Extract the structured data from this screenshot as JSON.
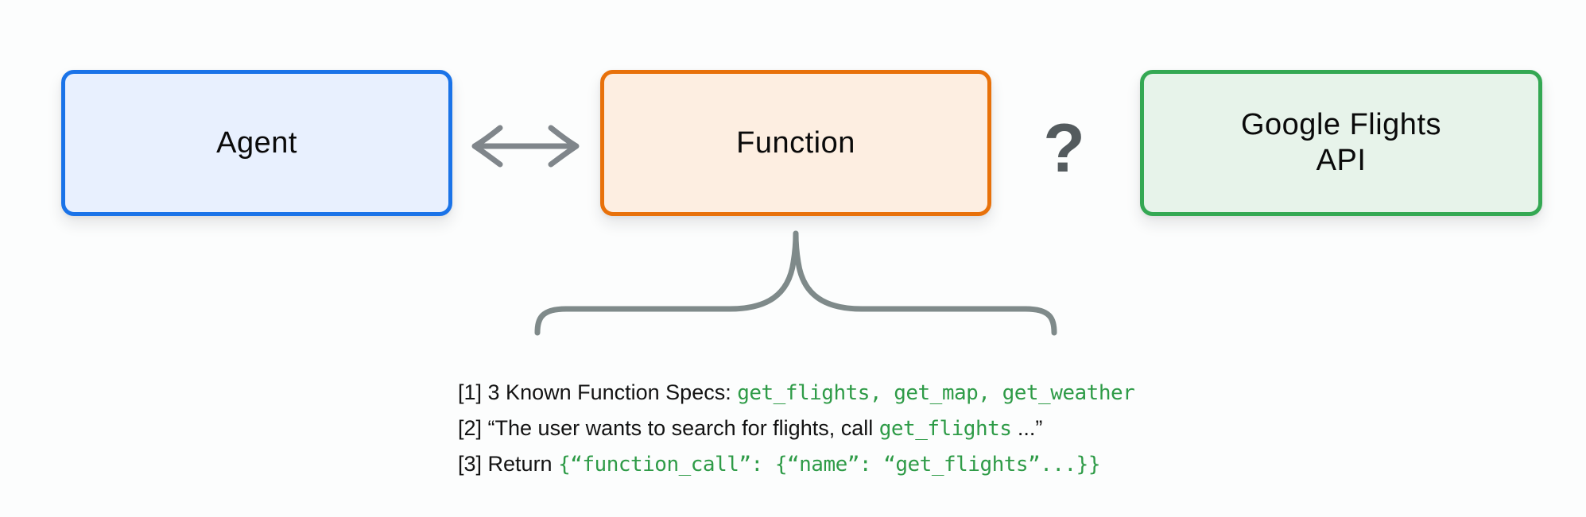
{
  "diagram": {
    "nodes": {
      "agent": {
        "label": "Agent",
        "border_color": "#1a73e8",
        "fill_color": "#e8f0fe"
      },
      "function": {
        "label": "Function",
        "border_color": "#e8710a",
        "fill_color": "#fdeee1"
      },
      "google_flights_api": {
        "label_line1": "Google Flights",
        "label_line2": "API",
        "border_color": "#34a853",
        "fill_color": "#e7f3ea"
      }
    },
    "connectors": {
      "agent_function_arrow": {
        "type": "bidirectional-arrow",
        "color": "#80868b"
      },
      "function_api_link": {
        "symbol": "?",
        "color": "#545b5e"
      },
      "brace": {
        "color": "#7f8a8a"
      }
    },
    "annotations": {
      "text_color": "#131313",
      "code_color": "#2e9b47",
      "lines": [
        {
          "segments": [
            {
              "style": "plain",
              "text": "[1] 3 Known Function Specs: "
            },
            {
              "style": "code",
              "text": "get_flights, get_map, get_weather"
            }
          ]
        },
        {
          "segments": [
            {
              "style": "plain",
              "text": "[2] “The user wants to search for flights, call "
            },
            {
              "style": "code",
              "text": "get_flights"
            },
            {
              "style": "plain",
              "text": " ...”"
            }
          ]
        },
        {
          "segments": [
            {
              "style": "plain",
              "text": "[3] Return "
            },
            {
              "style": "code",
              "text": "{“function_call”: {“name”: “get_flights”...}}"
            }
          ]
        }
      ]
    }
  }
}
